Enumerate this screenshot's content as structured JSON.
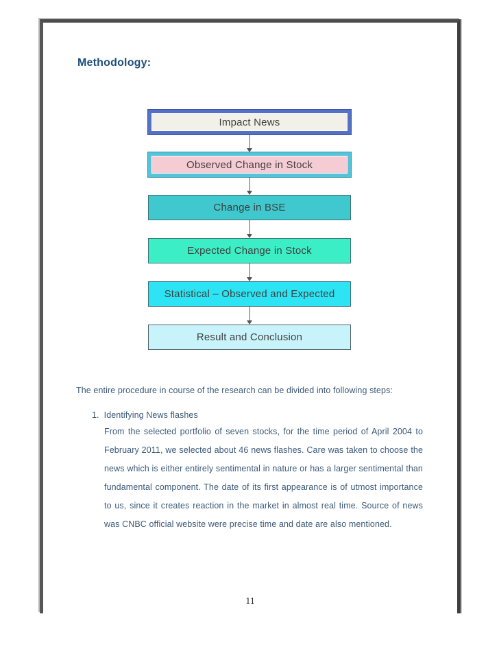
{
  "document": {
    "title": "Methodology:",
    "intro": "The entire procedure in course of the research can be divided into following steps:",
    "list_item": {
      "number": "1.",
      "heading": "Identifying News flashes",
      "body": "From the selected portfolio of seven stocks, for the time period of April 2004 to February 2011, we selected about 46 news flashes. Care was taken to choose the news which is either entirely sentimental in nature or has a larger sentimental than fundamental component. The date of its first appearance is of utmost importance to us, since it creates reaction in the market in almost real time. Source of news was CNBC official website were precise time and date are also mentioned."
    },
    "page_number": "11"
  },
  "flowchart": {
    "arrow_icon": "down-arrow",
    "boxes": [
      {
        "label": "Impact News",
        "fill": "#f1f0e9",
        "border_color": "#5571c5",
        "edge_color": "#3a53a3",
        "style": "thick"
      },
      {
        "label": "Observed Change in Stock",
        "fill": "#f5ccd3",
        "border_color": "#56c3d9",
        "edge_color": "#2f97ae",
        "style": "thick"
      },
      {
        "label": "Change in BSE",
        "fill": "#3fc8cd",
        "border_color": "#3e7277",
        "style": "thin"
      },
      {
        "label": "Expected Change in Stock",
        "fill": "#3beec6",
        "border_color": "#3e7277",
        "style": "thin"
      },
      {
        "label": "Statistical – Observed and Expected",
        "fill": "#2de4f4",
        "border_color": "#3e7277",
        "style": "thin"
      },
      {
        "label": "Result and Conclusion",
        "fill": "#c9f3fb",
        "border_color": "#4e5f66",
        "style": "thin"
      }
    ]
  },
  "colors": {
    "title_text": "#1f4e79",
    "body_text": "#3b5a78",
    "box_text": "#3f3f3f",
    "page_border": "#4a4a4a",
    "arrow": "#555555"
  }
}
